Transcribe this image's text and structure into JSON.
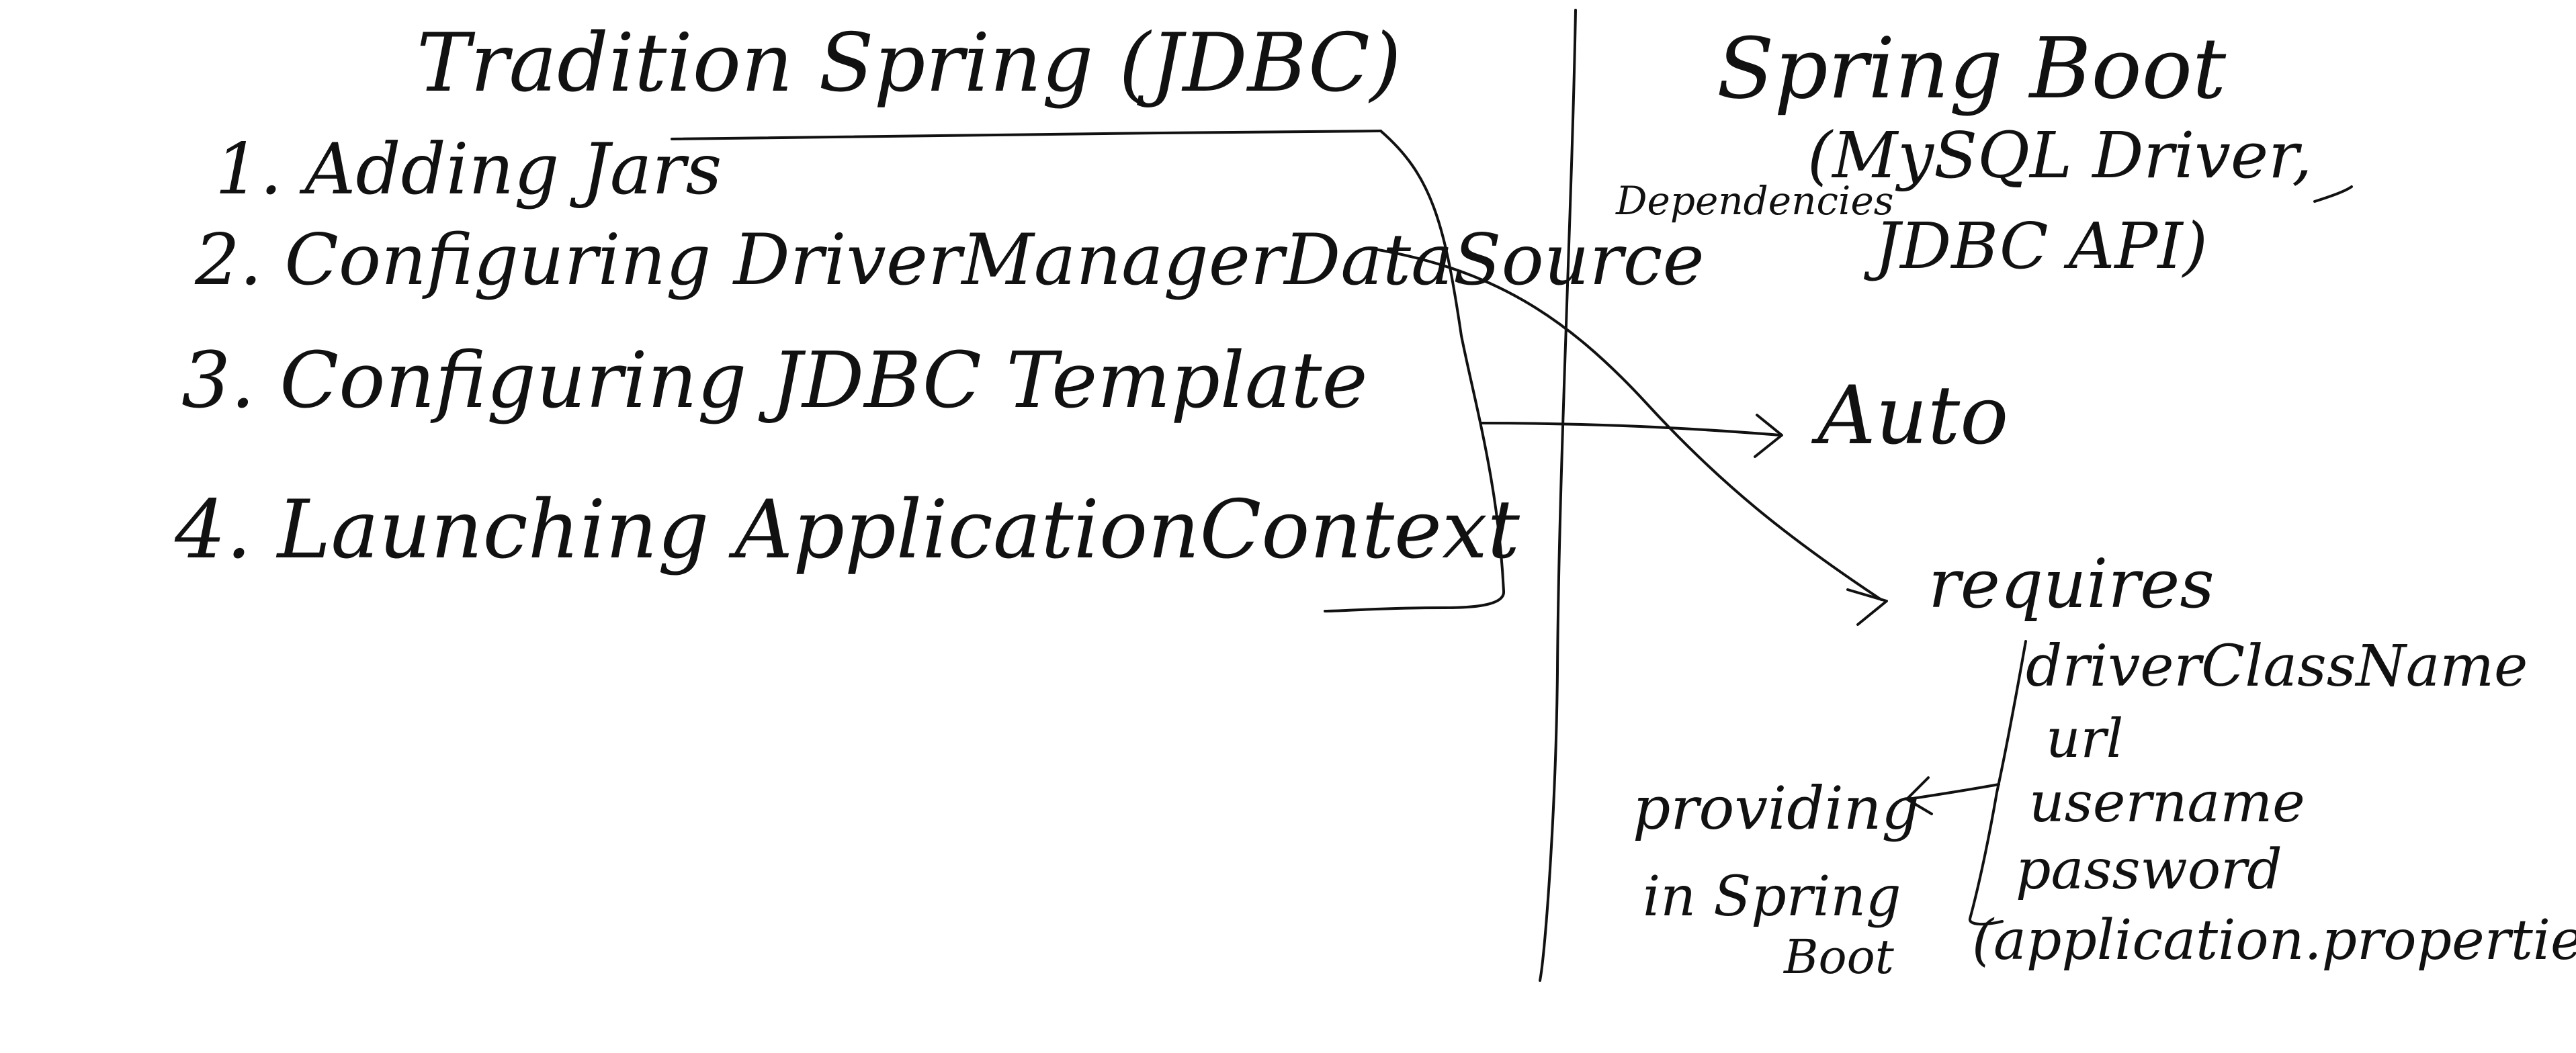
{
  "left_panel": {
    "title": "Tradition Spring (JDBC)",
    "steps": [
      "1. Adding Jars",
      "2. Configuring DriverManagerDataSource",
      "3. Configuring JDBC Template",
      "4. Launching ApplicationContext"
    ]
  },
  "right_panel": {
    "title": "Spring Boot",
    "dependencies_label": "Dependencies",
    "dependencies": [
      "(MySQL Driver,",
      "JDBC API)"
    ],
    "auto_label": "Auto",
    "requires_label": "requires",
    "requires_items": [
      "driverClassName",
      "url",
      "username",
      "password",
      "(application.properties)"
    ],
    "providing_note": [
      "providing",
      "in Spring",
      "Boot"
    ]
  },
  "colors": {
    "ink": "#111111",
    "paper": "#ffffff"
  }
}
